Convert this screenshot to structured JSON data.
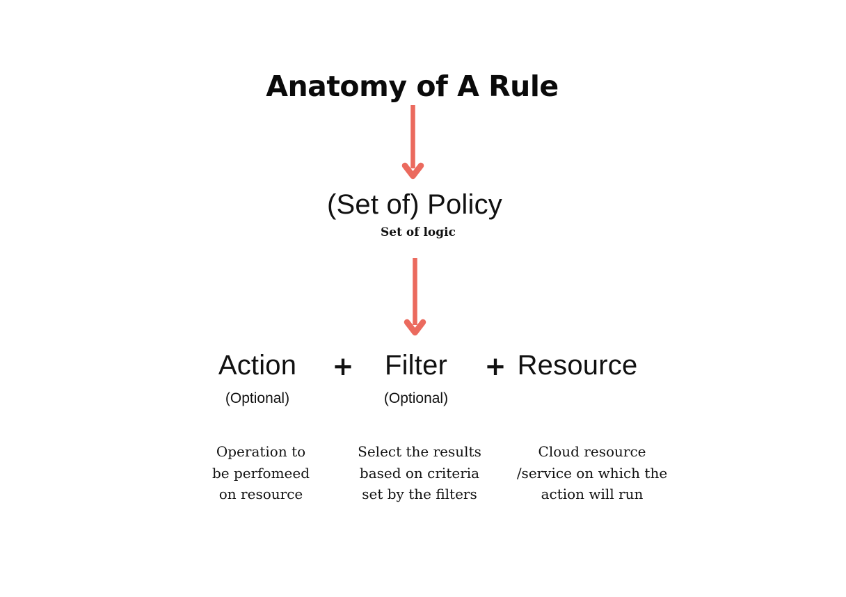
{
  "diagram": {
    "title": "Anatomy of A Rule",
    "background_color": "#ffffff",
    "text_color": "#111111",
    "arrow_color": "#EB6A5E",
    "policy": {
      "label": "(Set of) Policy",
      "sublabel": "Set of logic"
    },
    "arrows": [
      {
        "name": "title-to-policy-arrow",
        "direction": "down"
      },
      {
        "name": "policy-to-components-arrow",
        "direction": "down"
      }
    ],
    "operators": {
      "plus_1": "+",
      "plus_2": "+"
    },
    "components": [
      {
        "name": "action",
        "label": "Action",
        "optional_label": "(Optional)",
        "optional": true,
        "description_lines": [
          "Operation to",
          "be perfomeed",
          "on resource"
        ]
      },
      {
        "name": "filter",
        "label": "Filter",
        "optional_label": "(Optional)",
        "optional": true,
        "description_lines": [
          "Select the results",
          "based on criteria",
          "set by the filters"
        ]
      },
      {
        "name": "resource",
        "label": "Resource",
        "optional_label": "",
        "optional": false,
        "description_lines": [
          "Cloud resource",
          "/service on which the",
          "action will run"
        ]
      }
    ]
  }
}
